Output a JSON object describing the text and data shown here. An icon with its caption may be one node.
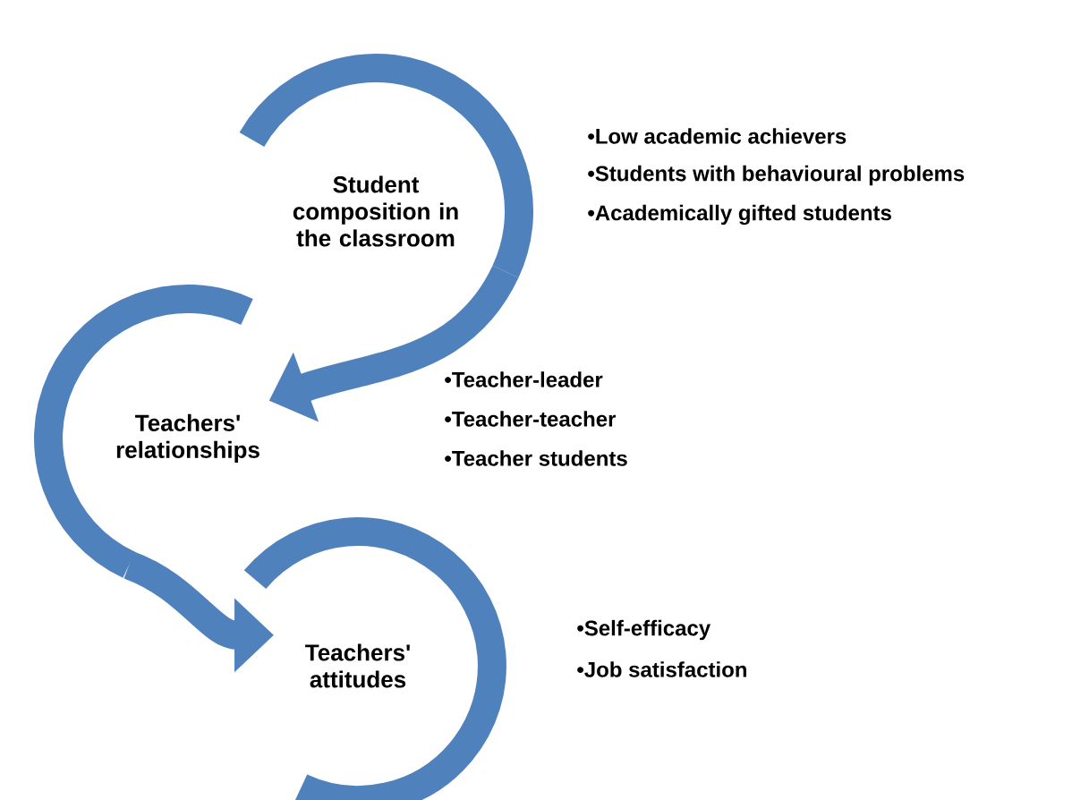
{
  "diagram": {
    "nodes": [
      {
        "text": [
          "Student composition in the classroom"
        ],
        "beside": [
          "•Low academic achievers",
          "•Students with behavioural problems",
          "•Academically gifted students"
        ]
      },
      {
        "text": [
          "Teachers' relationships"
        ],
        "beside": [
          "•Teacher-leader",
          "•Teacher-teacher",
          "•Teacher students"
        ]
      },
      {
        "text": [
          "Teachers' attitudes"
        ],
        "beside": [
          "•Self-efficacy",
          "•Job satisfaction"
        ]
      }
    ],
    "edges": [
      {
        "from": 0,
        "to": 1,
        "arrow": "to"
      },
      {
        "from": 1,
        "to": 2,
        "arrow": "to"
      }
    ]
  }
}
